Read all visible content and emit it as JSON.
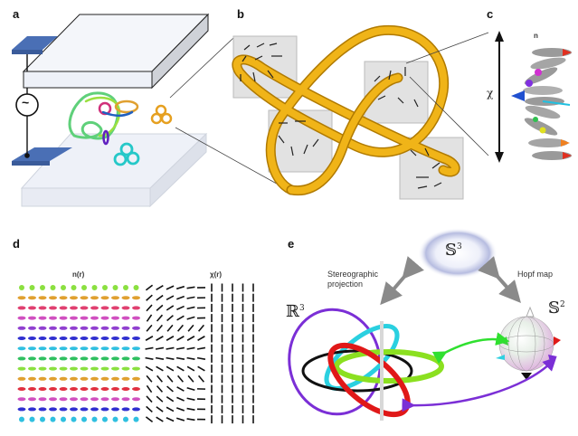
{
  "figure": {
    "panels": {
      "a": {
        "label": "a",
        "ac_source_symbol": "~"
      },
      "b": {
        "label": "b"
      },
      "c": {
        "label": "c",
        "axis_label": "χ",
        "top_label": "n"
      },
      "d": {
        "label": "d",
        "left_title": "n(r)",
        "right_title": "χ(r)"
      },
      "e": {
        "label": "e",
        "s3": "𝕊",
        "s3_exp": "3",
        "r3": "ℝ",
        "r3_exp": "3",
        "s2": "𝕊",
        "s2_exp": "2",
        "stereo_line1": "Stereographic",
        "stereo_line2": "projection",
        "hopf": "Hopf map"
      }
    },
    "colors": {
      "knot_gold": "#e6a817",
      "plate_blue": "#4a6fb5",
      "slab_white": "#eef1f8",
      "ring_purple": "#7b2fd6",
      "ring_red": "#e01818",
      "ring_cyan": "#2ad0e0",
      "ring_black": "#111111",
      "ring_green": "#8be020",
      "arrow_grey": "#8a8a8a"
    }
  }
}
